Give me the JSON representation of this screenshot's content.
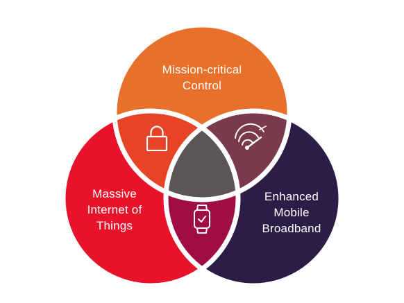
{
  "diagram": {
    "sets": [
      {
        "id": "mission-critical-control",
        "lines": [
          "Mission-critical",
          "Control"
        ],
        "color": "#e8702a"
      },
      {
        "id": "massive-iot",
        "lines": [
          "Massive",
          "Internet of",
          "Things"
        ],
        "color": "#e8132b"
      },
      {
        "id": "enhanced-mobile-broadband",
        "lines": [
          "Enhanced",
          "Mobile",
          "Broadband"
        ],
        "color": "#2b1d45"
      }
    ],
    "intersections": {
      "top_left": {
        "color": "#e74327",
        "icon": "lock-icon"
      },
      "top_right": {
        "color": "#7b3a4b",
        "icon": "signal-gauge-icon"
      },
      "bottom": {
        "color": "#a00d45",
        "icon": "smartwatch-icon"
      },
      "center": {
        "color": "#5a5658"
      }
    },
    "separator_color": "#ffffff"
  }
}
